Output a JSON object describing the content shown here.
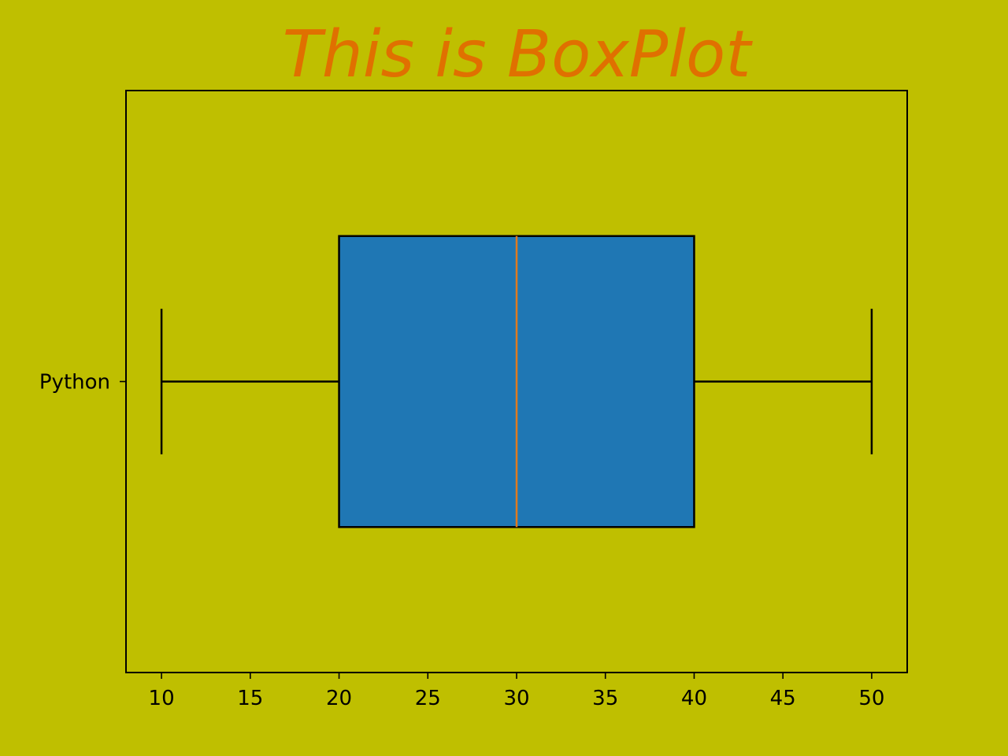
{
  "colors": {
    "background": "#bfbf00",
    "title": "#e07000",
    "box_fill": "#1f77b4",
    "median": "#e07a1f",
    "axis": "#000000"
  },
  "chart_data": {
    "type": "boxplot",
    "orientation": "horizontal",
    "title": "This is BoxPlot",
    "xlabel": "",
    "ylabel": "",
    "xlim": [
      8,
      52
    ],
    "xticks": [
      10,
      15,
      20,
      25,
      30,
      35,
      40,
      45,
      50
    ],
    "categories": [
      "Python"
    ],
    "boxes": [
      {
        "category": "Python",
        "whisker_low": 10,
        "q1": 20,
        "median": 30,
        "q3": 40,
        "whisker_high": 50
      }
    ],
    "grid": false,
    "legend": "none"
  }
}
